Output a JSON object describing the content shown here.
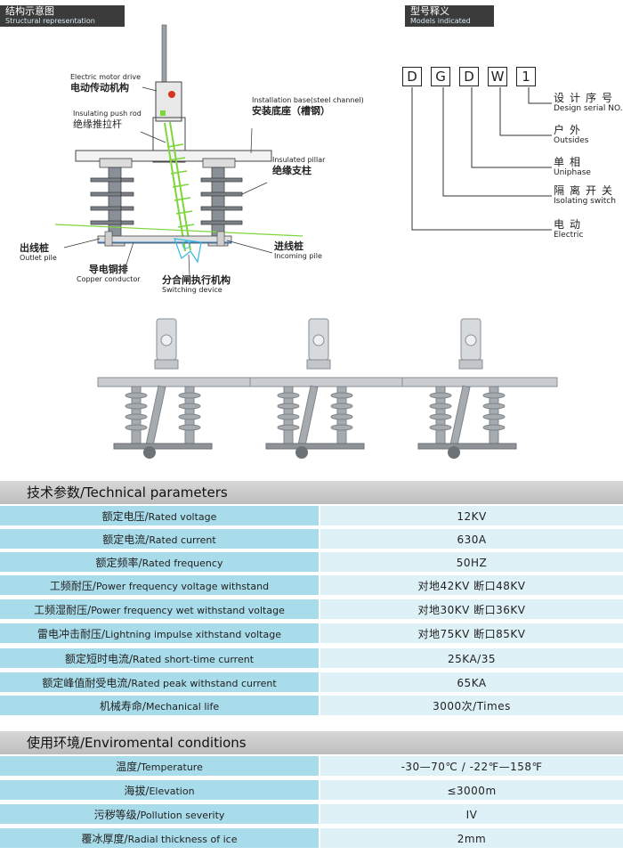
{
  "structure_tag": {
    "cn": "结构示意图",
    "en": "Structural representation"
  },
  "models_tag": {
    "cn": "型号释义",
    "en": "Models indicated"
  },
  "diagram_labels": {
    "motor": {
      "en": "Electric motor drive",
      "cn": "电动传动机构"
    },
    "push_rod": {
      "en": "Insulating push rod",
      "cn": "绝缘推拉杆"
    },
    "base": {
      "en": "Installation base(steel channel)",
      "cn": "安装底座（槽钢）"
    },
    "pillar": {
      "en": "Insulated pillar",
      "cn": "绝缘支柱"
    },
    "outlet": {
      "cn": "出线桩",
      "en": "Outlet pile"
    },
    "incoming": {
      "cn": "进线桩",
      "en": "Incoming pile"
    },
    "copper": {
      "cn": "导电铜排",
      "en": "Copper conductor"
    },
    "switching": {
      "cn": "分合闸执行机构",
      "en": "Switching device"
    }
  },
  "model_code": {
    "letters": [
      "D",
      "G",
      "D",
      "W",
      "1"
    ],
    "meanings": [
      {
        "cn": "设计序号",
        "en": "Design serial NO."
      },
      {
        "cn": "户外",
        "en": "Outsides"
      },
      {
        "cn": "单相",
        "en": "Uniphase"
      },
      {
        "cn": "隔离开关",
        "en": "Isolating switch"
      },
      {
        "cn": "电动",
        "en": "Electric"
      }
    ]
  },
  "technical": {
    "header": "技术参数/Technical parameters",
    "rows": [
      {
        "cn": "额定电压/",
        "en": "Rated voltage",
        "value": "12KV"
      },
      {
        "cn": "额定电流/",
        "en": "Rated current",
        "value": "630A"
      },
      {
        "cn": "额定频率/",
        "en": "Rated frequency",
        "value": "50HZ"
      },
      {
        "cn": "工频耐压/",
        "en": "Power frequency voltage withstand",
        "value": "对地42KV   断口48KV"
      },
      {
        "cn": "工频湿耐压/",
        "en": "Power frequency wet withstand voltage",
        "value": "对地30KV   断口36KV"
      },
      {
        "cn": "雷电冲击耐压/",
        "en": "Lightning impulse xithstand voltage",
        "value": "对地75KV   断口85KV"
      },
      {
        "cn": "额定短时电流/",
        "en": "Rated short-time current",
        "value": "25KA/35"
      },
      {
        "cn": "额定峰值耐受电流/",
        "en": "Rated peak withstand current",
        "value": "65KA"
      },
      {
        "cn": "机械寿命/",
        "en": "Mechanical life",
        "value": "3000次/Times"
      }
    ]
  },
  "environment": {
    "header": "使用环境/Enviromental conditions",
    "rows": [
      {
        "cn": "温度/",
        "en": "Temperature",
        "value": "-30—70℃ / -22℉—158℉"
      },
      {
        "cn": "海拔/",
        "en": "Elevation",
        "value": "≤3000m"
      },
      {
        "cn": "污秽等级/",
        "en": "Pollution severity",
        "value": "IV"
      },
      {
        "cn": "覆冰厚度/",
        "en": "Radial thickness of ice",
        "value": "2mm"
      }
    ]
  },
  "colors": {
    "key_cell": "#a9dcea",
    "value_cell": "#ddf1f7",
    "header_bar": "#c8c8c8",
    "tag_bg": "#3b3b3b",
    "rod_green": "#7cd63a",
    "insulator_gray": "#7a8088"
  }
}
